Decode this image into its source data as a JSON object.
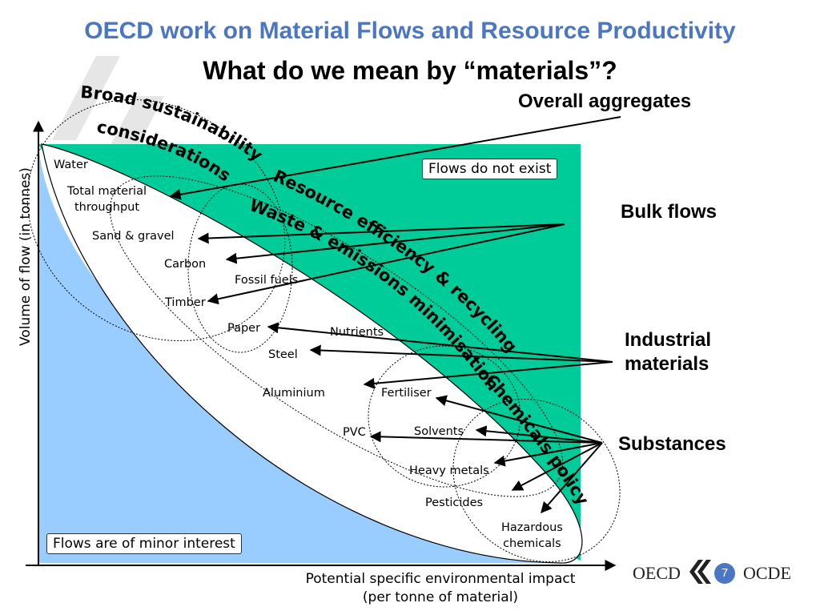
{
  "header": {
    "title": "OECD work on Material Flows and Resource Productivity"
  },
  "slide": {
    "title": "What do we mean by “materials”?"
  },
  "axes": {
    "y_label": "Volume of flow (in tonnes)",
    "x_label_line1": "Potential specific environmental impact",
    "x_label_line2": "(per tonne of material)"
  },
  "boxes": {
    "no_flows": "Flows do not exist",
    "minor_interest": "Flows are of minor interest"
  },
  "categories": {
    "overall": "Overall aggregates",
    "bulk": "Bulk flows",
    "industrial_line1": "Industrial",
    "industrial_line2": "materials",
    "substances": "Substances"
  },
  "curved_labels": {
    "broad": "Broad sustainability",
    "considerations": "considerations",
    "resource": "Resource efficiency & recycling",
    "waste": "Waste & emissions minimisation",
    "chemicals": "Chemicals policy"
  },
  "items": {
    "water": "Water",
    "total_line1": "Total material",
    "total_line2": "throughput",
    "sand": "Sand & gravel",
    "carbon": "Carbon",
    "fossil": "Fossil fuels",
    "timber": "Timber",
    "paper": "Paper",
    "nutrients": "Nutrients",
    "steel": "Steel",
    "aluminium": "Aluminium",
    "fertiliser": "Fertiliser",
    "pvc": "PVC",
    "solvents": "Solvents",
    "heavy_metals": "Heavy metals",
    "pesticides": "Pesticides",
    "hazardous_line1": "Hazardous",
    "hazardous_line2": "chemicals"
  },
  "footer": {
    "oecd": "OECD",
    "ocde": "OCDE",
    "page": "7"
  },
  "colors": {
    "green": "#00CC99",
    "blue": "#99CCFF",
    "title_blue": "#4A76C4"
  }
}
